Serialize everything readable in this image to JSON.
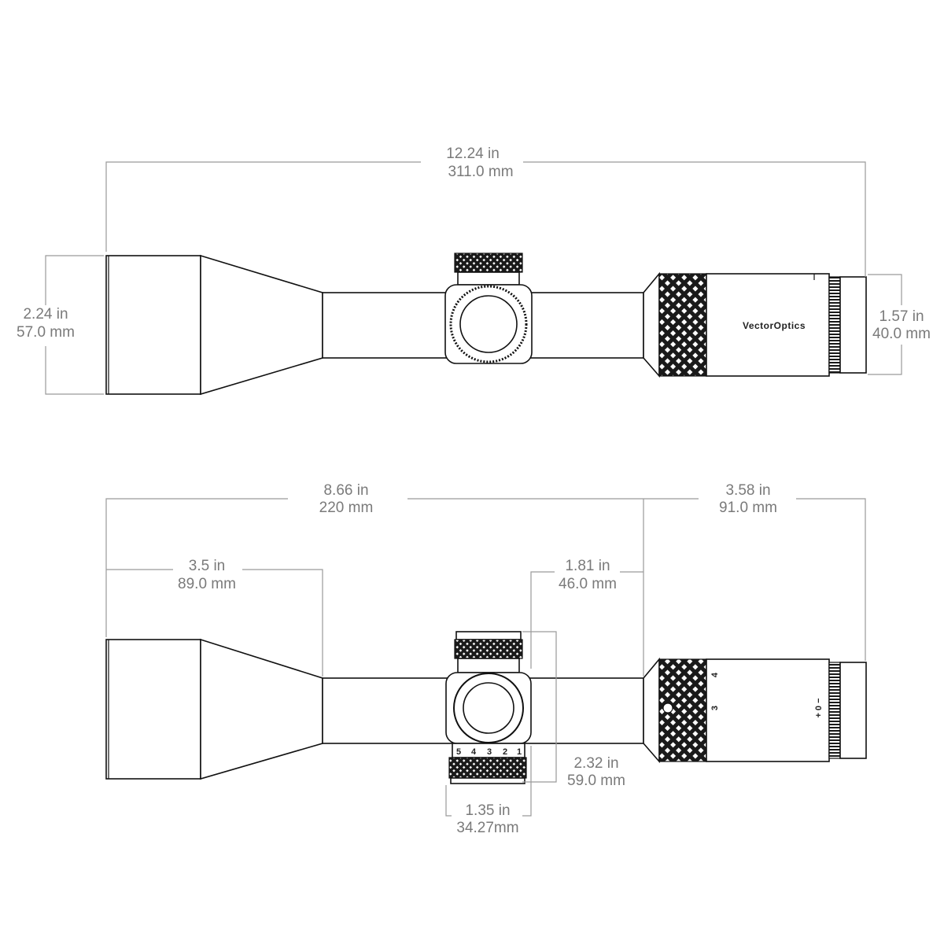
{
  "top_view": {
    "overall_length": {
      "in": "12.24 in",
      "mm": "311.0 mm"
    },
    "objective_diameter": {
      "in": "2.24 in",
      "mm": "57.0 mm"
    },
    "eyepiece_diameter": {
      "in": "1.57 in",
      "mm": "40.0 mm"
    },
    "brand_text": "VectorOptics"
  },
  "side_view": {
    "front_to_power_ring": {
      "in": "8.66 in",
      "mm": "220 mm"
    },
    "eyepiece_length": {
      "in": "3.58 in",
      "mm": "91.0 mm"
    },
    "objective_bell_length": {
      "in": "3.5 in",
      "mm": "89.0 mm"
    },
    "turret_to_power_ring": {
      "in": "1.81 in",
      "mm": "46.0 mm"
    },
    "turret_height": {
      "in": "2.32 in",
      "mm": "59.0 mm"
    },
    "turret_width": {
      "in": "1.35 in",
      "mm": "34.27mm"
    },
    "power_marks": [
      "4",
      "3"
    ],
    "diopter_marks": "+ 0 −",
    "turret_marks": [
      "5",
      "4",
      "3",
      "2",
      "1"
    ]
  },
  "colors": {
    "outline": "#111111",
    "dimension": "#7a7a7a",
    "background": "#ffffff"
  }
}
